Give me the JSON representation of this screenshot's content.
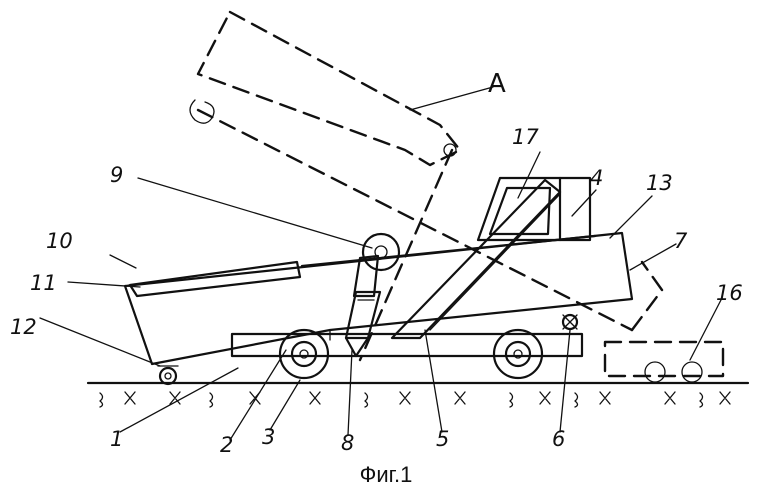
{
  "figure": {
    "caption": "Фиг.1",
    "callout_view": "A",
    "labels": {
      "n1": "1",
      "n2": "2",
      "n3": "3",
      "n4": "4",
      "n5": "5",
      "n6": "6",
      "n7": "7",
      "n8": "8",
      "n9": "9",
      "n10": "10",
      "n11": "11",
      "n12": "12",
      "n13": "13",
      "n16": "16",
      "n17": "17"
    }
  }
}
